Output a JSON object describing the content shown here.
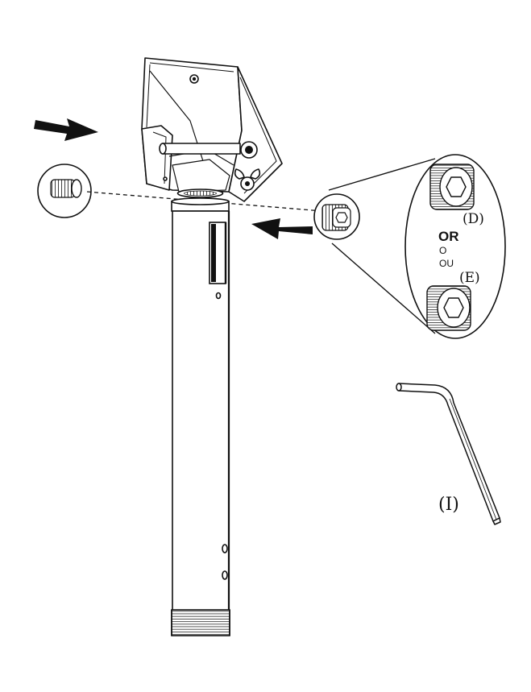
{
  "labels": {
    "part_d": "(D)",
    "or_en": "OR",
    "or_es": "O",
    "or_fr": "OU",
    "part_e": "(E)",
    "part_i": "(I)"
  },
  "colors": {
    "line": "#111111",
    "background": "#ffffff",
    "arrow": "#111111"
  }
}
